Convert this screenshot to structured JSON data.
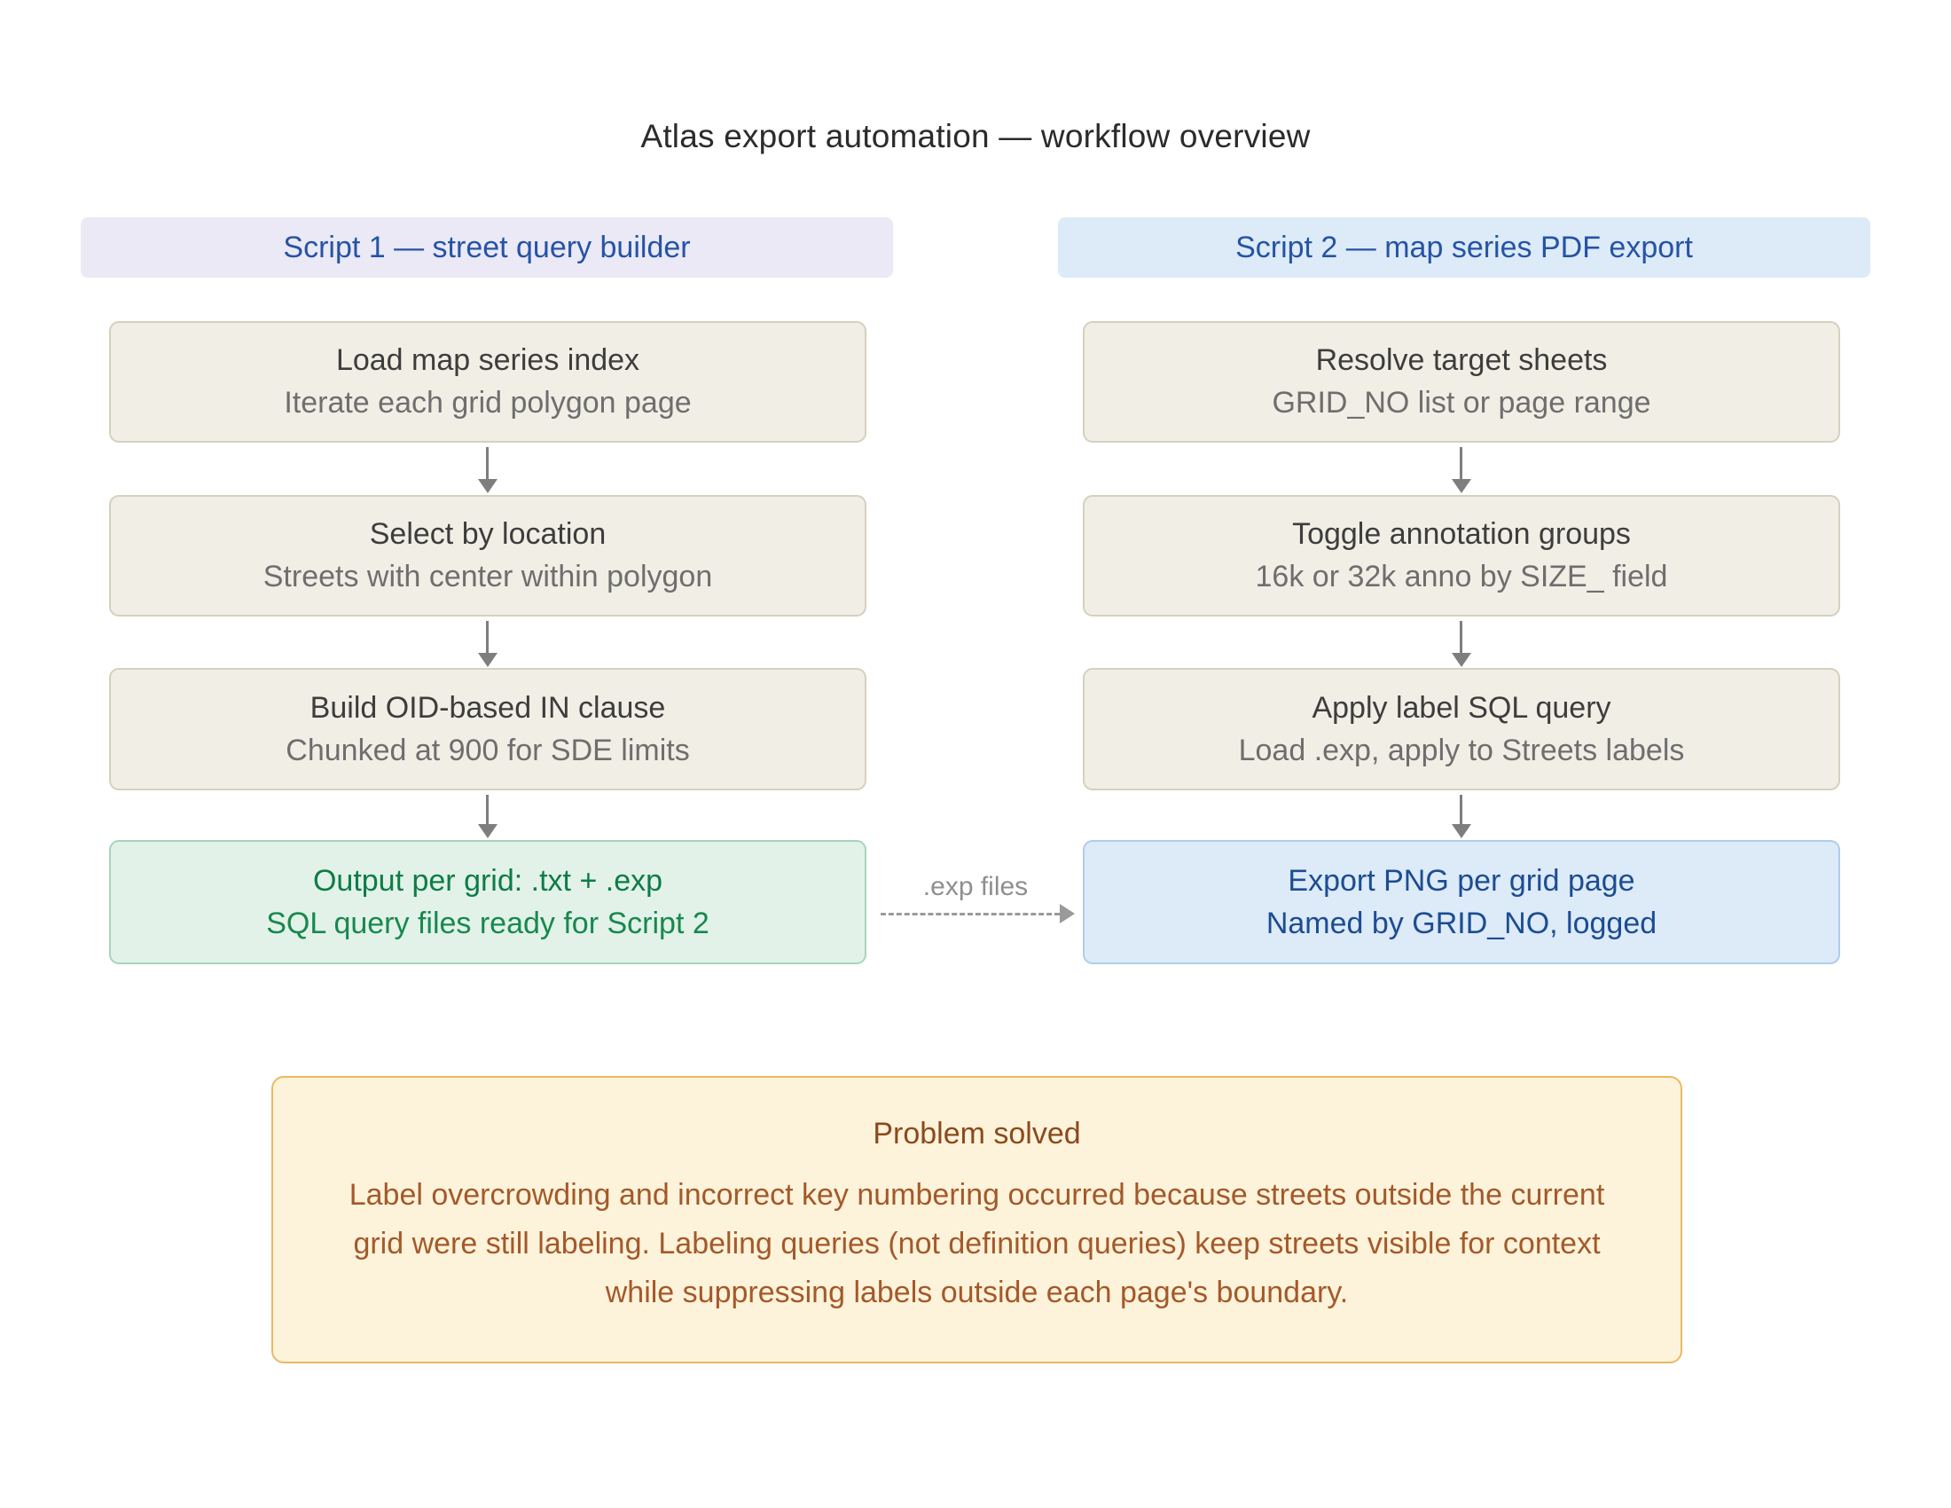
{
  "title": "Atlas export automation — workflow overview",
  "columns": [
    {
      "header": "Script 1 — street query builder",
      "steps": [
        {
          "title": "Load map series index",
          "subtitle": "Iterate each grid polygon page"
        },
        {
          "title": "Select by location",
          "subtitle": "Streets with center within polygon"
        },
        {
          "title": "Build OID-based IN clause",
          "subtitle": "Chunked at 900 for SDE limits"
        },
        {
          "title": "Output per grid: .txt + .exp",
          "subtitle": "SQL query files ready for Script 2"
        }
      ]
    },
    {
      "header": "Script 2 — map series PDF export",
      "steps": [
        {
          "title": "Resolve target sheets",
          "subtitle": "GRID_NO list or page range"
        },
        {
          "title": "Toggle annotation groups",
          "subtitle": "16k or 32k anno by SIZE_ field"
        },
        {
          "title": "Apply label SQL query",
          "subtitle": "Load .exp, apply to Streets labels"
        },
        {
          "title": "Export PNG per grid page",
          "subtitle": "Named by GRID_NO, logged"
        }
      ]
    }
  ],
  "connector": {
    "label": ".exp files"
  },
  "note": {
    "title": "Problem solved",
    "body": "Label overcrowding and incorrect key numbering occurred because streets outside the current grid were still labeling. Labeling queries (not definition queries) keep streets visible for context while suppressing labels outside each page's boundary."
  },
  "colors": {
    "hdr1-bg": "#eae9f5",
    "hdr2-bg": "#dcebf7",
    "hdr-text": "#2653a6",
    "step-bg": "#f1eee5",
    "step-border": "#d6d0bf",
    "green-bg": "#e2f2e8",
    "green-border": "#a7d4bb",
    "green-text": "#0e7c48",
    "green-text2": "#18884f",
    "blue-bg": "#ddeaf8",
    "blue-border": "#afcde9",
    "blue-text": "#1c4d92",
    "note-bg": "#fdf3da",
    "note-border": "#eab964",
    "note-title": "#8a4a1e",
    "note-text": "#a4592a",
    "arrow": "#7e7e7e",
    "connector": "#9a9a9a"
  }
}
